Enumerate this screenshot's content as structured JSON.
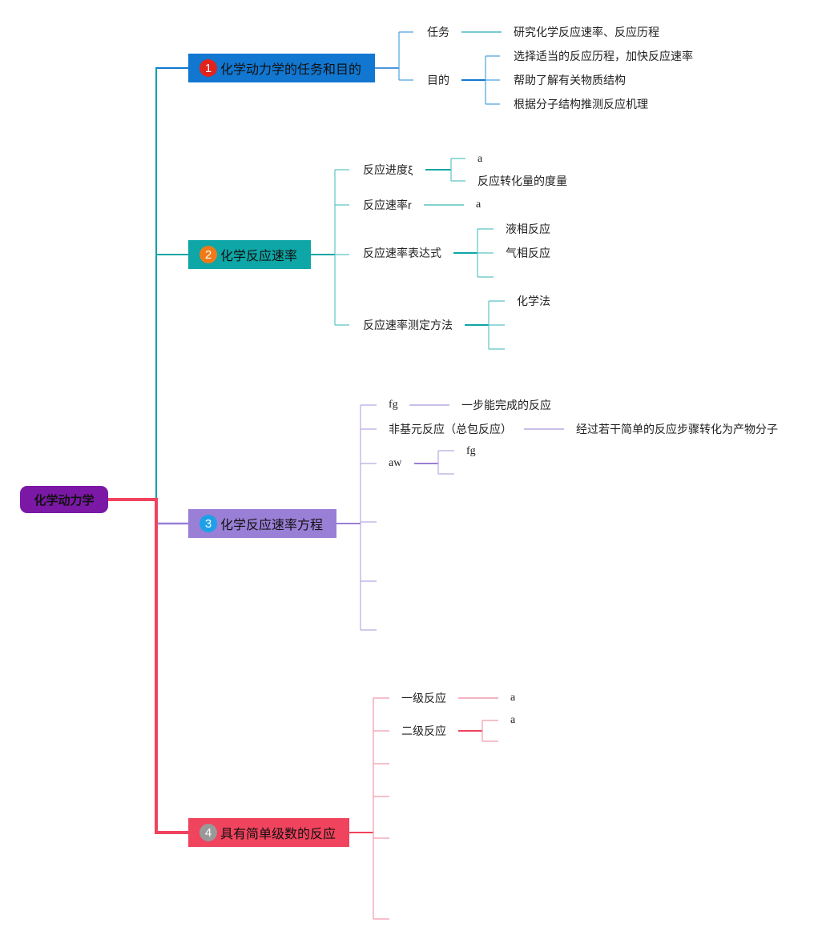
{
  "root": {
    "label": "化学动力学",
    "color": "#7b18a6"
  },
  "branches": [
    {
      "num": "1",
      "label": "化学动力学的任务和目的",
      "color": "#1177d1",
      "badge": "#e0231c"
    },
    {
      "num": "2",
      "label": "化学反应速率",
      "color": "#0ea6a6",
      "badge": "#f07a18"
    },
    {
      "num": "3",
      "label": "化学反应速率方程",
      "color": "#9a7fd6",
      "badge": "#1ea0e8"
    },
    {
      "num": "4",
      "label": "具有简单级数的反应",
      "color": "#f0435e",
      "badge": "#999999"
    }
  ],
  "b1": {
    "task": "任务",
    "task_desc": "研究化学反应速率、反应历程",
    "purpose": "目的",
    "purpose_items": [
      "选择适当的反应历程，加快反应速率",
      "帮助了解有关物质结构",
      "根据分子结构推测反应机理"
    ]
  },
  "b2": {
    "progress": "反应进度ξ",
    "progress_items": [
      "a",
      "反应转化量的度量"
    ],
    "rate": "反应速率r",
    "rate_item": "a",
    "expr": "反应速率表达式",
    "expr_items": [
      "液相反应",
      "气相反应"
    ],
    "measure": "反应速率测定方法",
    "measure_item": "化学法"
  },
  "b3": {
    "fg": "fg",
    "fg_desc": "一步能完成的反应",
    "nonelem": "非基元反应（总包反应）",
    "nonelem_desc": "经过若干简单的反应步骤转化为产物分子",
    "aw": "aw",
    "aw_item": "fg"
  },
  "b4": {
    "first": "一级反应",
    "first_item": "a",
    "second": "二级反应",
    "second_item": "a"
  }
}
